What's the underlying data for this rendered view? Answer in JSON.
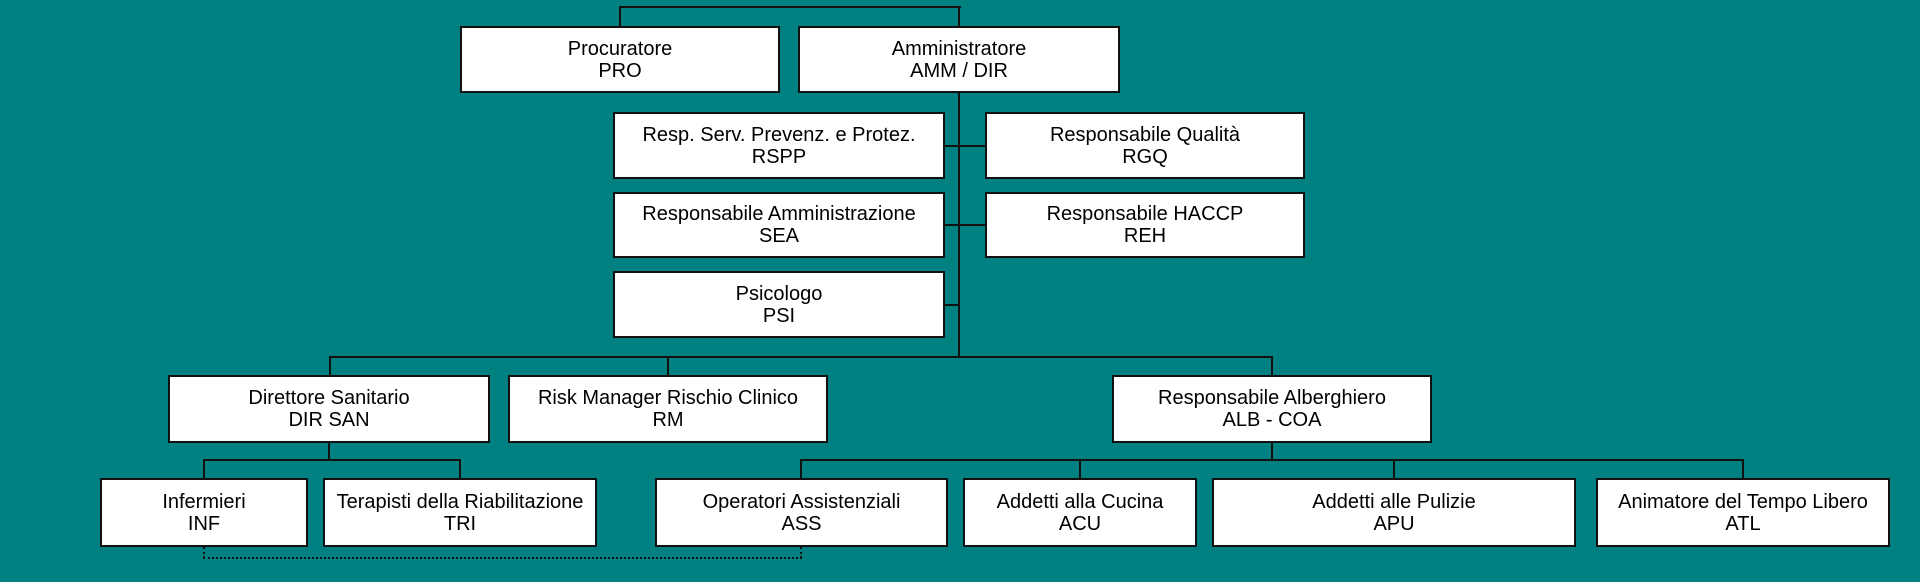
{
  "canvas": {
    "background_color": "#008080",
    "box_fill_color": "#ffffff",
    "line_color": "#111111",
    "text_color": "#000000"
  },
  "org_chart": {
    "nodes": [
      {
        "id": "pro",
        "title": "Procuratore",
        "code": "PRO"
      },
      {
        "id": "amm",
        "title": "Amministratore",
        "code": "AMM / DIR"
      },
      {
        "id": "rspp",
        "title": "Resp. Serv. Prevenz. e Protez.",
        "code": "RSPP"
      },
      {
        "id": "rgq",
        "title": "Responsabile Qualità",
        "code": "RGQ"
      },
      {
        "id": "sea",
        "title": "Responsabile Amministrazione",
        "code": "SEA"
      },
      {
        "id": "reh",
        "title": "Responsabile HACCP",
        "code": "REH"
      },
      {
        "id": "psi",
        "title": "Psicologo",
        "code": "PSI"
      },
      {
        "id": "dirsan",
        "title": "Direttore Sanitario",
        "code": "DIR SAN"
      },
      {
        "id": "rm",
        "title": "Risk Manager Rischio Clinico",
        "code": "RM"
      },
      {
        "id": "alb",
        "title": "Responsabile Alberghiero",
        "code": "ALB - COA"
      },
      {
        "id": "inf",
        "title": "Infermieri",
        "code": "INF"
      },
      {
        "id": "tri",
        "title": "Terapisti della Riabilitazione",
        "code": "TRI"
      },
      {
        "id": "ass",
        "title": "Operatori Assistenziali",
        "code": "ASS"
      },
      {
        "id": "acu",
        "title": "Addetti alla Cucina",
        "code": "ACU"
      },
      {
        "id": "apu",
        "title": "Addetti alle Pulizie",
        "code": "APU"
      },
      {
        "id": "atl",
        "title": "Animatore del Tempo Libero",
        "code": "ATL"
      }
    ],
    "edges": [
      [
        "AMM / DIR",
        "PRO"
      ],
      [
        "AMM / DIR",
        "RSPP"
      ],
      [
        "AMM / DIR",
        "RGQ"
      ],
      [
        "AMM / DIR",
        "SEA"
      ],
      [
        "AMM / DIR",
        "REH"
      ],
      [
        "AMM / DIR",
        "PSI"
      ],
      [
        "AMM / DIR",
        "DIR SAN"
      ],
      [
        "AMM / DIR",
        "RM"
      ],
      [
        "AMM / DIR",
        "ALB - COA"
      ],
      [
        "DIR SAN",
        "INF"
      ],
      [
        "DIR SAN",
        "TRI"
      ],
      [
        "ALB - COA",
        "ASS"
      ],
      [
        "ALB - COA",
        "ACU"
      ],
      [
        "ALB - COA",
        "APU"
      ],
      [
        "ALB - COA",
        "ATL"
      ]
    ],
    "dotted_link": [
      "INF",
      "ASS"
    ]
  }
}
